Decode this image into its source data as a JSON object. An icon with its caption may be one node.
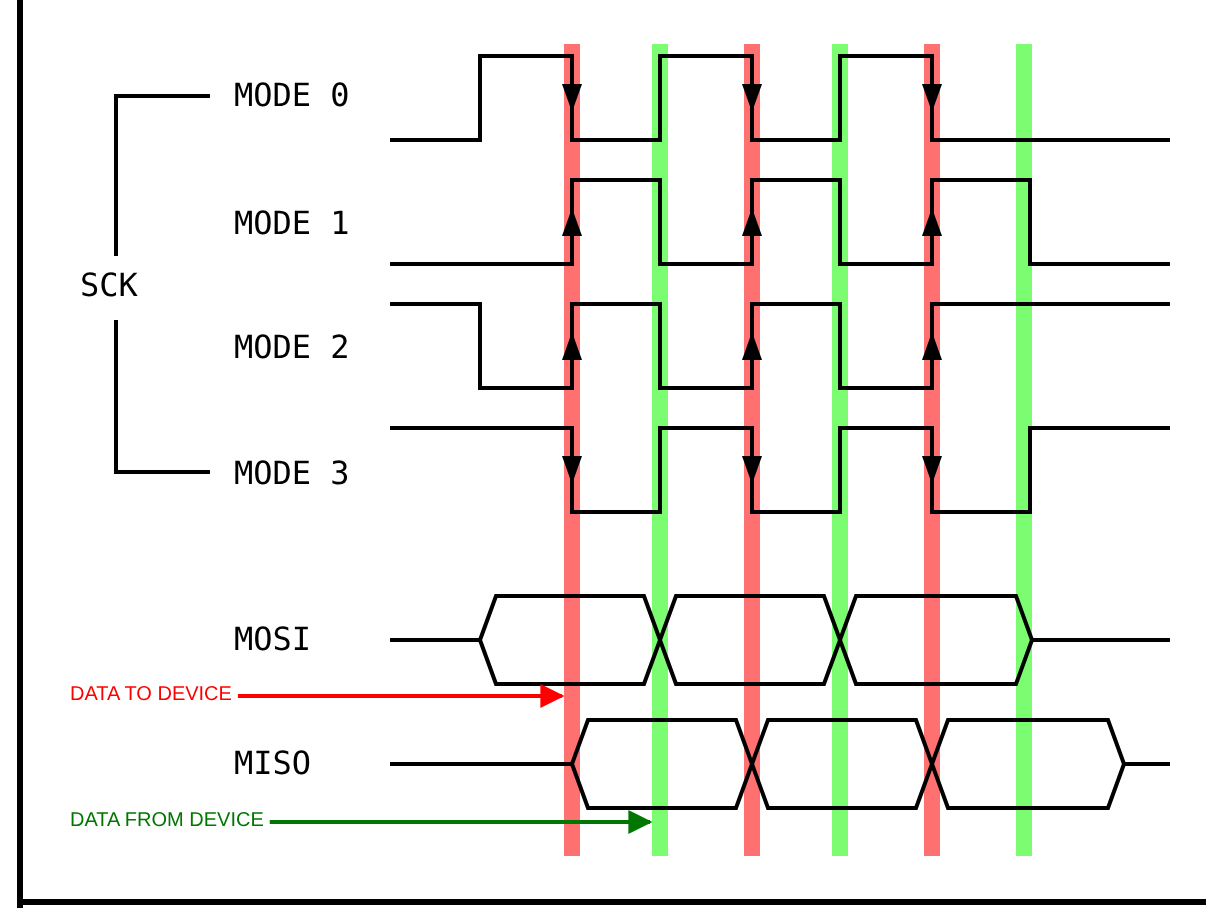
{
  "diagram": {
    "nodes": [
      {
        "text": [],
        "shape": "bar"
      },
      {
        "text": [],
        "shape": "bar"
      },
      {
        "text": [],
        "shape": "bar"
      },
      {
        "text": [],
        "shape": "bar"
      },
      {
        "text": [],
        "shape": "bar"
      },
      {
        "text": [],
        "shape": "bar"
      },
      {
        "text": [
          "DATA TO DEVICE"
        ]
      },
      {
        "text": [
          "DATA FROM DEVICE"
        ]
      }
    ],
    "edges": [
      {
        "from": 6,
        "to": 0,
        "arrow": "to",
        "color": "#ff0000"
      },
      {
        "from": 7,
        "to": 1,
        "arrow": "to",
        "color": "#007700"
      }
    ],
    "labels": [
      "MODE 0",
      "MODE 1",
      "SCK",
      "MODE 2",
      "MODE 3",
      "MOSI",
      "MISO"
    ]
  }
}
